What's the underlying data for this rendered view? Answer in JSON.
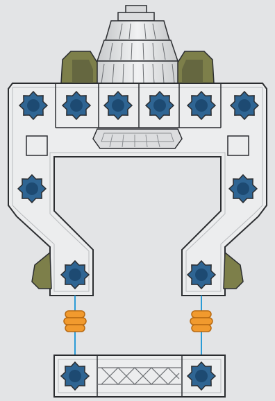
{
  "colors": {
    "background": "#e3e4e6",
    "frame_fill": "#ecedee",
    "frame_stroke": "#2b2d30",
    "hub_blue": "#2f6593",
    "hub_blue_dark": "#1d4a72",
    "armor_olive": "#7d7f4a",
    "armor_olive_dark": "#55573a",
    "spring_orange": "#f19a2e",
    "spring_dark": "#b86a12",
    "wire_blue": "#2a9bd6",
    "grey_detail": "#b9bbbe"
  },
  "icons": {
    "hub": "octagonal-star-hub-icon",
    "spring": "orange-spring-coupler-icon",
    "dome": "grey-reactor-dome-icon",
    "armor": "olive-armor-plate-icon"
  },
  "parts": {
    "top_row_hub_count": 6,
    "side_hub_count": 2,
    "lower_hub_count": 2,
    "bottom_hub_count": 2,
    "spring_count": 2
  }
}
